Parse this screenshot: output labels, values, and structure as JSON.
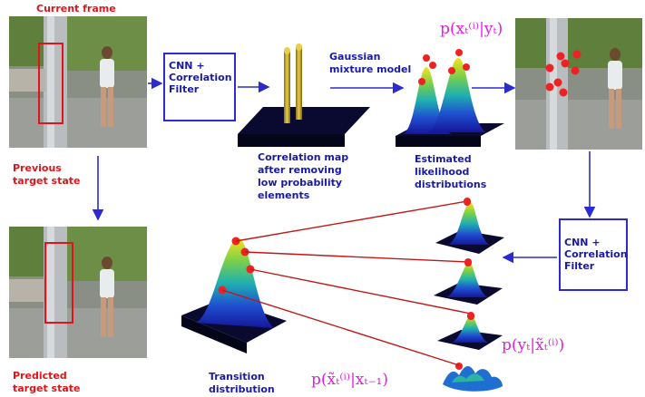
{
  "labels": {
    "current_frame": "Current frame",
    "previous_state": [
      "Previous",
      "target state"
    ],
    "predicted_state": [
      "Predicted",
      "target state"
    ],
    "cnn_filter_top": [
      "CNN +",
      "Correlation",
      "Filter"
    ],
    "cnn_filter_bottom": [
      "CNN +",
      "Correlation",
      "Filter"
    ],
    "correlation_map": [
      "Correlation map",
      "after removing",
      "low probability",
      "elements"
    ],
    "gmm": [
      "Gaussian",
      "mixture model"
    ],
    "estimated": [
      "Estimated",
      "likelihood",
      "distributions"
    ],
    "transition": [
      "Transition",
      "distribution"
    ]
  },
  "math": {
    "posterior": "p(xₜ⁽ⁱ⁾|yₜ)",
    "likelihood": "p(yₜ|x̃ₜ⁽ⁱ⁾)",
    "transition_prob": "p(x̃ₜ⁽ⁱ⁾|xₜ₋₁)"
  },
  "colors": {
    "red_label": "#e0141a",
    "blue_label": "#1a1aa8",
    "arrow_blue": "#2b2bd0",
    "line_red": "#c01818",
    "math_magenta": "#e020e0"
  }
}
